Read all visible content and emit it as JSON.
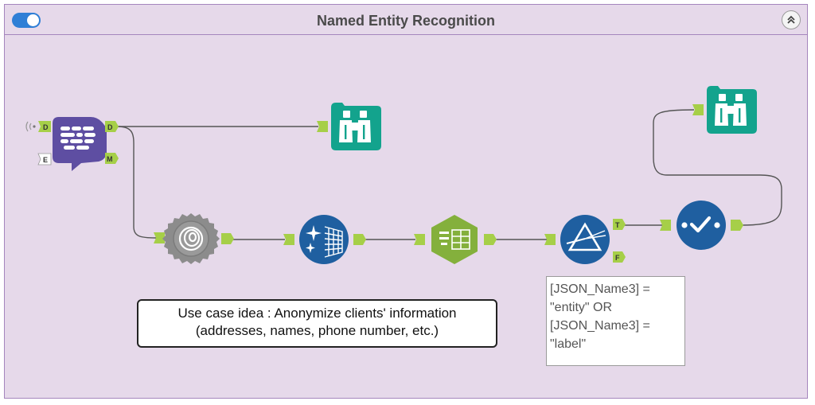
{
  "workflow": {
    "title": "Named Entity Recognition",
    "toggle_state": "on",
    "colors": {
      "container_bg": "#e6d9ea",
      "border": "#a585bd",
      "toggle": "#2f7fd6",
      "anchor": "#a6cf48",
      "browse_tool": "#13a38d",
      "blue_tool": "#1f5fa0",
      "parse_tool": "#5e4ea2",
      "formula_tool": "#84b03c",
      "gear_tool": "#8c8c8c"
    }
  },
  "tools": [
    {
      "id": "input",
      "icon": "text-input-icon",
      "anchors_in": [
        "D",
        "E"
      ],
      "anchors_out": [
        "D",
        "M"
      ]
    },
    {
      "id": "browse1",
      "icon": "binoculars-icon"
    },
    {
      "id": "ner",
      "icon": "spiral-gear-icon"
    },
    {
      "id": "json",
      "icon": "sparkle-table-icon"
    },
    {
      "id": "select",
      "icon": "list-table-icon"
    },
    {
      "id": "filter",
      "icon": "prism-filter-icon",
      "anchors_out": [
        "T",
        "F"
      ]
    },
    {
      "id": "check",
      "icon": "dot-check-dot-icon"
    },
    {
      "id": "browse2",
      "icon": "binoculars-icon"
    }
  ],
  "notes": {
    "use_case": {
      "line1": "Use case idea : Anonymize clients' information",
      "line2": "(addresses, names, phone number, etc.)"
    },
    "filter_expr": {
      "line1": "[JSON_Name3] =",
      "line2": "\"entity\" OR",
      "line3": "[JSON_Name3] =",
      "line4": "\"label\""
    }
  }
}
